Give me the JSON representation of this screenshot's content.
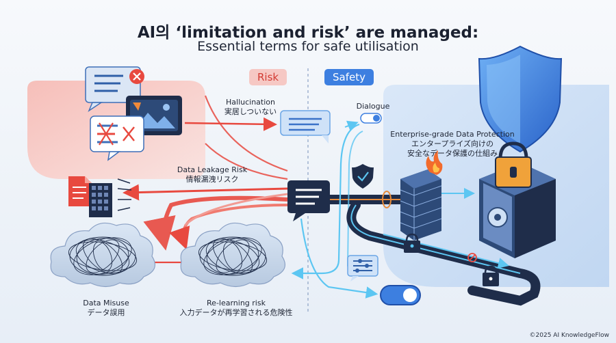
{
  "title": "AI의 ‘limitation and risk’ are managed:",
  "subtitle": "Essential terms for safe utilisation",
  "badges": {
    "risk": "Risk",
    "safety": "Safety"
  },
  "labels": {
    "hallucination": {
      "en": "Hallucination",
      "jp": "実居しついない"
    },
    "dialogue": "Dialogue",
    "data_protection": {
      "en": "Enterprise-grade Data Protection",
      "jp1": "エンタープライズ向けの",
      "jp2": "安全なデータ保護の仕組み"
    },
    "data_leakage": {
      "en": "Data Leakage Risk",
      "jp": "情報漏洩リスク"
    },
    "data_misuse": {
      "en": "Data Misuse",
      "jp": "データ誤用"
    },
    "relearning": {
      "en": "Re-learning risk",
      "jp": "入力データが再学習される危険性"
    }
  },
  "copyright": "©2025 AI KnowledgeFlow",
  "colors": {
    "risk_red": "#e8493f",
    "safety_blue": "#3d7fe0",
    "dark_navy": "#1f2d4a",
    "cyan_line": "#5cc6f2"
  },
  "icons": [
    "chat-bubble-error-icon",
    "image-icon",
    "text-error-icon",
    "document-icon",
    "chat-icon",
    "toggle-icon",
    "shield-check-icon",
    "firewall-icon",
    "fire-icon",
    "lock-icon",
    "safe-icon",
    "slider-settings-icon",
    "shield-icon",
    "tangled-cloud-icon"
  ]
}
